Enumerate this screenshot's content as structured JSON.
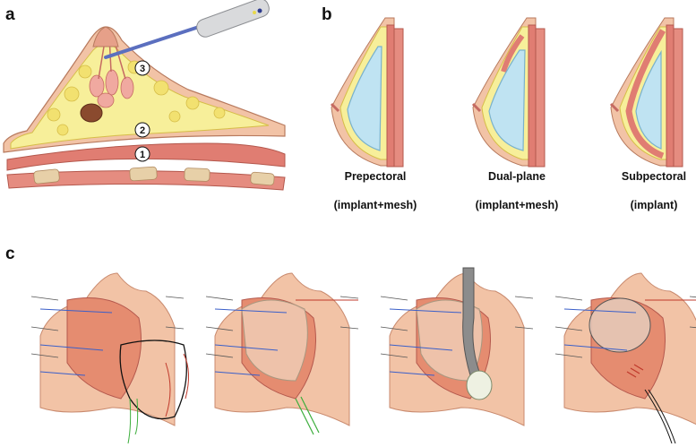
{
  "panels": {
    "a": {
      "letter": "a",
      "layer_markers": [
        "3",
        "2",
        "1"
      ]
    },
    "b": {
      "letter": "b",
      "variants": [
        {
          "name": "Prepectoral",
          "detail": "(implant+mesh)"
        },
        {
          "name": "Dual-plane",
          "detail": "(implant+mesh)"
        },
        {
          "name": "Subpectoral",
          "detail": "(implant)"
        }
      ]
    },
    "c": {
      "letter": "c",
      "steps": 4
    }
  },
  "colors": {
    "skin": "#f2c3a6",
    "skin_edge": "#c98a6e",
    "fat": "#f7ef9a",
    "fat_edge": "#d9c24a",
    "muscle": "#e58c80",
    "muscle_dark": "#c2544a",
    "implant": "#bfe3f2",
    "gland": "#f0a9a0",
    "tumor": "#8a4a2e",
    "probe": "#5b6fbf",
    "nerve_blue": "#3a5fc9",
    "suture_red": "#c0392b",
    "drain_green": "#3cae3c"
  }
}
